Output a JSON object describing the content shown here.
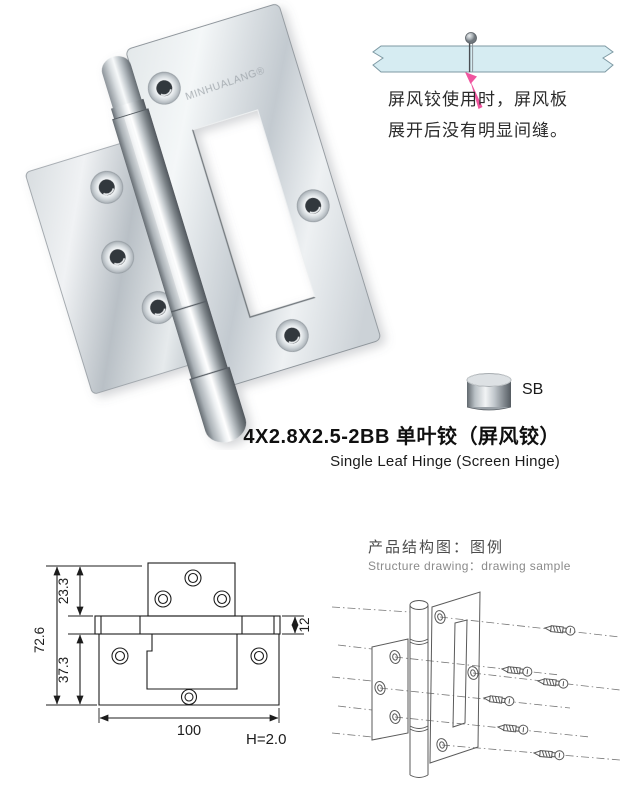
{
  "product": {
    "model_title_cn": "4X2.8X2.5-2BB 单叶铰（屏风铰）",
    "title_en": "Single Leaf  Hinge (Screen Hinge)",
    "finish_code": "SB",
    "brand_engraving": "MINHUALANG®"
  },
  "usage_note": {
    "line1": "屏风铰使用时，屏风板",
    "line2": "展开后没有明显间缝。"
  },
  "structure_drawing": {
    "heading_cn": "产品结构图：图例",
    "heading_en": "Structure drawing：drawing sample"
  },
  "dimension_drawing": {
    "overall_height_mm": "72.6",
    "top_leaf_height_mm": "23.3",
    "bottom_leaf_height_mm": "37.3",
    "knuckle_width_mm": "12",
    "overall_width_mm": "100",
    "thickness_label": "H=2.0"
  },
  "colors": {
    "panel_blue": "#d6ecf2",
    "arrow_pink": "#f0559f",
    "drawing_line": "#1c1c1c",
    "metal_light": "#f4f6f7",
    "metal_dark": "#6a7076"
  }
}
